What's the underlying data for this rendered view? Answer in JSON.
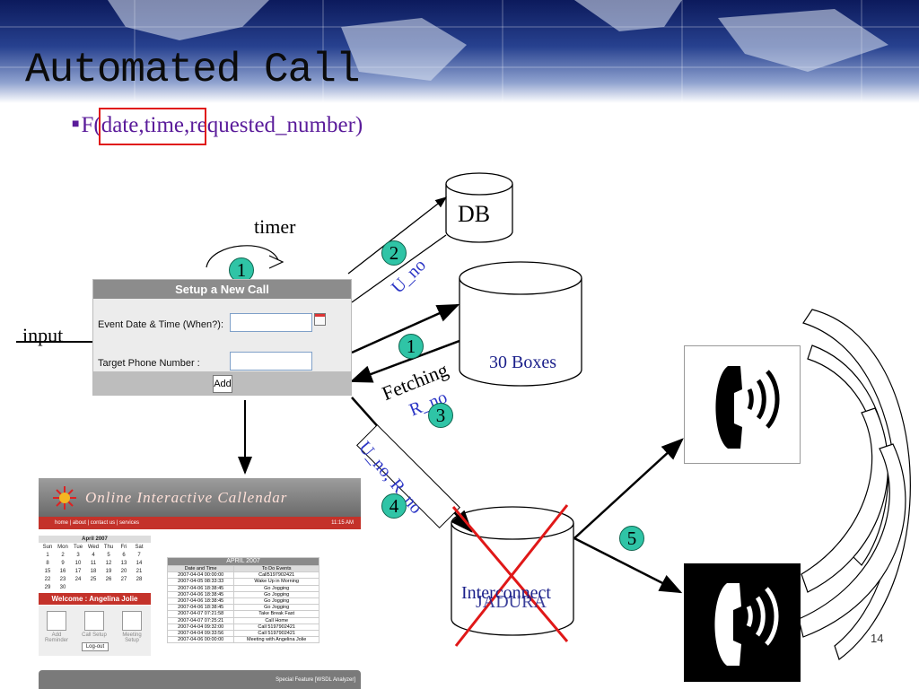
{
  "slide": {
    "title": "Automated Call",
    "subtitle": "F(date,time,requested_number)",
    "page_number": "14"
  },
  "diagram": {
    "timer_label": "timer",
    "input_label": "input",
    "db_label": "DB",
    "boxes_label": "30 Boxes",
    "fetching_label": "Fetching",
    "interconnect_label": "Interconnect",
    "jadura_label": "JADURA",
    "u_no_label": "U_no",
    "r_no_label": "R_no",
    "u_no_r_no_label": "U_no, R_no",
    "badges": {
      "timer": "1",
      "boxes": "1",
      "db": "2",
      "fetch": "3",
      "calendar": "4",
      "phones": "5"
    }
  },
  "form": {
    "title": "Setup a New Call",
    "date_label": "Event Date & Time (When?):",
    "phone_label": "Target Phone Number :",
    "add_label": "Add"
  },
  "calendar_app": {
    "title": "Online Interactive Callendar",
    "nav_links": "home | about | contact us | services",
    "time": "11:15 AM",
    "mini_calendar": {
      "month": "April 2007",
      "days": [
        "Sun",
        "Mon",
        "Tue",
        "Wed",
        "Thu",
        "Fri",
        "Sat"
      ],
      "weeks": [
        [
          "1",
          "2",
          "3",
          "4",
          "5",
          "6",
          "7"
        ],
        [
          "8",
          "9",
          "10",
          "11",
          "12",
          "13",
          "14"
        ],
        [
          "15",
          "16",
          "17",
          "18",
          "19",
          "20",
          "21"
        ],
        [
          "22",
          "23",
          "24",
          "25",
          "26",
          "27",
          "28"
        ],
        [
          "29",
          "30",
          "",
          "",
          "",
          "",
          ""
        ]
      ]
    },
    "welcome": "Welcome : Angelina Jolie",
    "actions": [
      "Add Reminder",
      "Call Setup",
      "Meeting Setup"
    ],
    "logout": "Log-out",
    "events": {
      "title": "APRIL 2007",
      "columns": [
        "Date and Time",
        "To Do Events"
      ],
      "rows": [
        [
          "2007-04-04 00:00:00",
          "Call5197902421"
        ],
        [
          "2007-04-05 08:33:33",
          "Wake Up in Morning"
        ],
        [
          "2007-04-06 18:38:45",
          "Go Jogging"
        ],
        [
          "2007-04-06 18:38:45",
          "Go Jogging"
        ],
        [
          "2007-04-06 18:38:45",
          "Go Jogging"
        ],
        [
          "2007-04-06 18:38:45",
          "Go Jogging"
        ],
        [
          "2007-04-07 07:21:58",
          "Take Break Fast"
        ],
        [
          "2007-04-07 07:25:21",
          "Call Home"
        ],
        [
          "2007-04-04 09:32:00",
          "Call 5197902421"
        ],
        [
          "2007-04-04 09:33:56",
          "Call 5197902421"
        ],
        [
          "2007-04-06 00:00:00",
          "Meeting with Angelina Jolie"
        ]
      ]
    },
    "feature_bar": "Special Feature  [WSDL Analyzer]"
  }
}
